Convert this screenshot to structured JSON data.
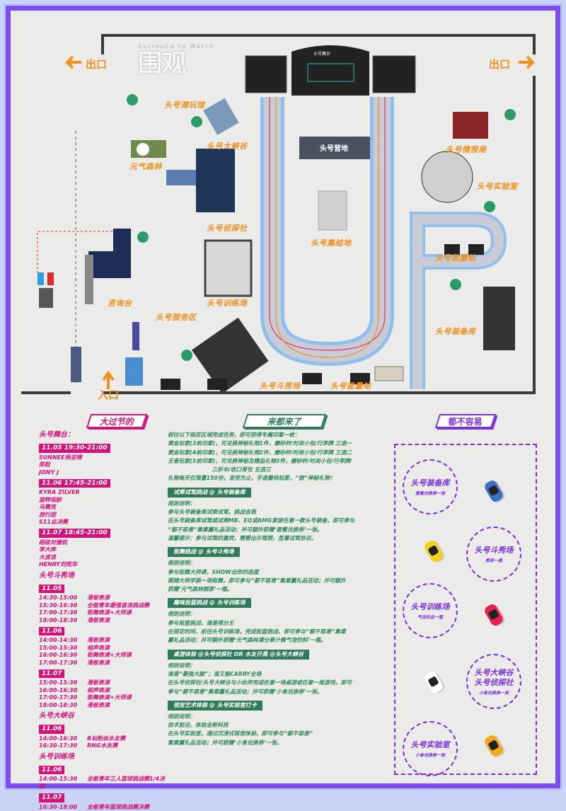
{
  "map": {
    "exit_left": "出口",
    "exit_right": "出口",
    "entrance": "入口",
    "stage_sign": "头号舞台",
    "camp_sign": "头号营地",
    "labels": {
      "chaowan": "头号潮玩馆",
      "yuanqi": "元气森林",
      "xiagu": "头号大峡谷",
      "zhentan": "头号侦探社",
      "zixun": "咨询台",
      "fuwu": "头号服务区",
      "xunlian": "头号训练场",
      "douxiu": "头号斗秀场",
      "nengliang1": "头号能量站",
      "jijie": "头号集结地",
      "nengliang2": "头号能量站",
      "zhuangbei": "头号装备库",
      "qingbao": "头号情报局",
      "shiyan": "头号实验室"
    },
    "colors": {
      "label": "#f0901e",
      "track": "#8fc0ec",
      "wall": "#3a3a3a",
      "frame": "#7c4ef0"
    }
  },
  "left": {
    "tag": "大过节的",
    "stage_title": "头号舞台：",
    "stage": [
      {
        "date": "11.05 19:30-21:00",
        "acts": [
          "SUNNEE杨芸晴",
          "陈粒",
          "JONY J"
        ]
      },
      {
        "date": "11.06 17:45-21:00",
        "acts": [
          "KYRA ZILVER",
          "旋转保龄",
          "马赛克",
          "旅行团",
          "S11总决赛"
        ]
      },
      {
        "date": "11.07 18:45-21:00",
        "acts": [
          "超级对撞机",
          "李大奔",
          "大波浪",
          "HENRY刘宪华"
        ]
      }
    ],
    "venues": [
      {
        "title": "头号斗秀场",
        "days": [
          {
            "date": "11.05",
            "rows": [
              [
                "14:30-15:00",
                "滑板表演"
              ],
              [
                "15:30-16:30",
                "全能青年最强音浪挑战赛"
              ],
              [
                "17:00-17:30",
                "街舞表演+大师课"
              ],
              [
                "18:00-18:30",
                "滑板表演"
              ]
            ]
          },
          {
            "date": "11.06",
            "rows": [
              [
                "14:00-14:30",
                "滑板表演"
              ],
              [
                "15:00-15:30",
                "相声表演"
              ],
              [
                "16:00-16:30",
                "街舞表演+大师课"
              ],
              [
                "17:00-17:30",
                "滑板表演"
              ]
            ]
          },
          {
            "date": "11.07",
            "rows": [
              [
                "15:00-15:30",
                "滑板表演"
              ],
              [
                "16:00-16:30",
                "相声表演"
              ],
              [
                "17:00-17:30",
                "街舞表演+大师课"
              ],
              [
                "18:00-18:30",
                "滑板表演"
              ]
            ]
          }
        ]
      },
      {
        "title": "头号大峡谷",
        "days": [
          {
            "date": "11.06",
            "rows": [
              [
                "14:00-16:30",
                "B站粉丝水友赛"
              ],
              [
                "16:30-17:30",
                "RNG水友赛"
              ]
            ]
          }
        ]
      },
      {
        "title": "头号训练场",
        "days": [
          {
            "date": "11.06",
            "rows": [
              [
                "14:00-15:30",
                "全能青年三人篮球挑战赛1/4决赛"
              ]
            ]
          },
          {
            "date": "11.07",
            "rows": [
              [
                "16:30-18:00",
                "全能青年篮球挑战赛决赛"
              ]
            ]
          }
        ]
      }
    ]
  },
  "mid": {
    "tag": "来都来了",
    "intro": [
      "前往以下指定区域完成任务，即可获得专属印章一枚：",
      "黄金玩家(3枚印章)，可兑换神秘礼物1件，磨砂杯/时尚小包/行李牌 三选一",
      "黄金玩家(4枚印章)，可兑换神秘礼物2件，磨砂杯/时尚小包/行李牌 三选二",
      "王者玩家(5枚印章)，可兑换神秘及精品礼物3件，磨砂杯/时尚小包/行李牌/",
      "　　　　　　　　三折伞/收口背包 五选三",
      "礼物每天仅限量150份，发完为止，手速最快玩家，“掀”神秘礼物！"
    ],
    "sections": [
      {
        "title": "试乘试驾挑战 @ 头号装备库",
        "lines": [
          "规则说明：",
          "参与头号装备库试乘试驾，挑战自我",
          "在头号装备库试驾或试乘MB、EQ或AMG家族任意一款头号装备，即可参与",
          "“都不容易”集章赢礼品活动；并可额外获赠‘套餐兑换券’一张。",
          "温馨提示：参与试驾的嘉宾，需要出示驾照，签署试驾协议。"
        ]
      },
      {
        "title": "街舞挑战 @ 头号斗秀场",
        "lines": [
          "规则说明：",
          "参与街舞大师课，SHOW出你的态度",
          "跟随大师学跳一场街舞，即可参与“都不容易”集章赢礼品活动；并可额外",
          "获赠‘元气森林燃茶’一瓶。"
        ]
      },
      {
        "title": "趣味投篮挑战 @ 头号训练场",
        "lines": [
          "规则说明：",
          "参与投篮挑战，谁是得分王",
          "在规定时间，前往头号训练场，完成投篮挑战，即可参与“都不容易”集章",
          "赢礼品活动；并可额外获赠‘元气森林满分果汁微气泡饮料’一瓶。"
        ]
      },
      {
        "title": "桌游体验 @头号侦探社  OR  水友开黑 @头号大峡谷",
        "lines": [
          "规则说明：",
          "谁是“最强大脑”；谁又能CARRY全场",
          "在头号侦探社/头号大峡谷与小伙伴完成任意一场桌游或任意一局游戏，即可",
          "参与“都不容易”集章赢礼品活动；并可获赠‘小食兑换券’一张。"
        ]
      },
      {
        "title": "视觉艺术体验 @ 头号实验室打卡",
        "lines": [
          "规则说明：",
          "技术前沿，体验全新科技",
          "在头号实验室，通过沉浸式视觉体验，即可参与“都不容易”",
          "集章赢礼品活动；并可获赠‘小食兑换券’一张。"
        ]
      }
    ]
  },
  "right": {
    "tag": "都不容易",
    "stations": [
      {
        "name": "头号装备库",
        "reward": "套餐兑换券一张"
      },
      {
        "name": "头号斗秀场",
        "reward": "燃茶一瓶"
      },
      {
        "name": "头号训练场",
        "reward": "气泡饮品一瓶"
      },
      {
        "name": "头号大峡谷\n头号侦探社",
        "reward": "小食兑换券一张"
      },
      {
        "name": "头号实验室",
        "reward": "小食兑换券一张"
      }
    ],
    "car_colors": [
      "#3f6fc4",
      "#f5d21a",
      "#e8204f",
      "#ffffff",
      "#f5a81a"
    ]
  },
  "watermark": {
    "caption": "Surround to Watch",
    "text": "围观"
  }
}
